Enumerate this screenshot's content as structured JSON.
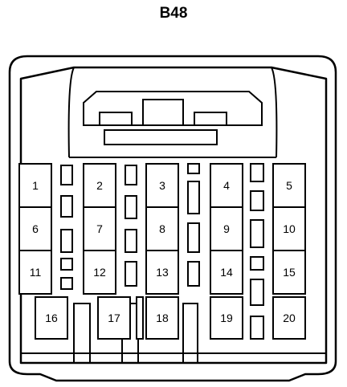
{
  "title": "B48",
  "pins": [
    "1",
    "2",
    "3",
    "4",
    "5",
    "6",
    "7",
    "8",
    "9",
    "10",
    "11",
    "12",
    "13",
    "14",
    "15",
    "16",
    "17",
    "18",
    "19",
    "20"
  ]
}
